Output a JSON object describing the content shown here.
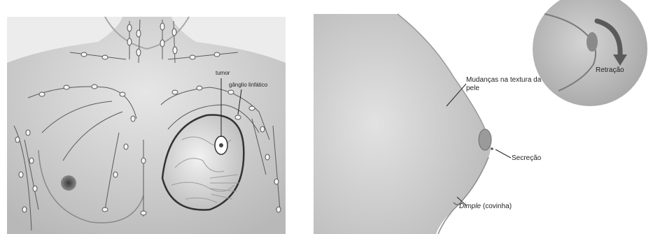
{
  "left_illustration": {
    "labels": {
      "tumor": "tumor",
      "lymph_node": "gânglio linfático"
    }
  },
  "right_illustration": {
    "labels": {
      "skin_texture": "Mudanças na textura da pele",
      "retraction": "Retração",
      "secretion": "Secreção",
      "dimple_term": "Dimple",
      "dimple_translation": "(covinha)"
    }
  },
  "colors": {
    "left_background": "#d9d9d9",
    "right_skin": "#cdcdcd",
    "inset_circle": "#bdbdbd"
  }
}
